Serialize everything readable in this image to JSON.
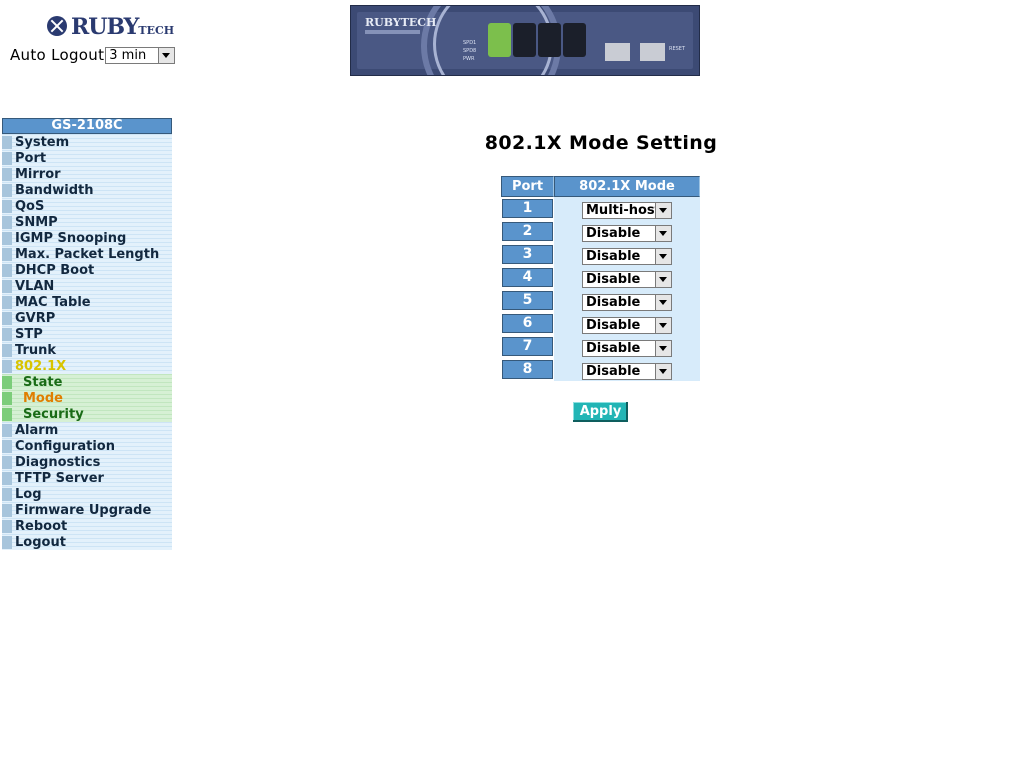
{
  "brand": {
    "logo_text": "RUBY",
    "logo_sub": "TECH"
  },
  "auto_logout": {
    "label": "Auto Logout",
    "selected": "3 min"
  },
  "device": {
    "logo_text": "RUBYTECH",
    "led_labels": [
      "SPD1",
      "SPD8",
      "PWR"
    ],
    "reset_label": "RESET"
  },
  "sidebar": {
    "header": "GS-2108C",
    "items": [
      {
        "label": "System"
      },
      {
        "label": "Port"
      },
      {
        "label": "Mirror"
      },
      {
        "label": "Bandwidth"
      },
      {
        "label": "QoS"
      },
      {
        "label": "SNMP"
      },
      {
        "label": "IGMP Snooping"
      },
      {
        "label": "Max. Packet Length"
      },
      {
        "label": "DHCP Boot"
      },
      {
        "label": "VLAN"
      },
      {
        "label": "MAC Table"
      },
      {
        "label": "GVRP"
      },
      {
        "label": "STP"
      },
      {
        "label": "Trunk"
      },
      {
        "label": "802.1X"
      }
    ],
    "subitems": [
      {
        "label": "State"
      },
      {
        "label": "Mode"
      },
      {
        "label": "Security"
      }
    ],
    "items_after": [
      {
        "label": "Alarm"
      },
      {
        "label": "Configuration"
      },
      {
        "label": "Diagnostics"
      },
      {
        "label": "TFTP Server"
      },
      {
        "label": "Log"
      },
      {
        "label": "Firmware Upgrade"
      },
      {
        "label": "Reboot"
      },
      {
        "label": "Logout"
      }
    ]
  },
  "main": {
    "title": "802.1X Mode Setting",
    "columns": [
      "Port",
      "802.1X Mode"
    ],
    "rows": [
      {
        "port": "1",
        "mode": "Multi-host"
      },
      {
        "port": "2",
        "mode": "Disable"
      },
      {
        "port": "3",
        "mode": "Disable"
      },
      {
        "port": "4",
        "mode": "Disable"
      },
      {
        "port": "5",
        "mode": "Disable"
      },
      {
        "port": "6",
        "mode": "Disable"
      },
      {
        "port": "7",
        "mode": "Disable"
      },
      {
        "port": "8",
        "mode": "Disable"
      }
    ],
    "apply_label": "Apply"
  },
  "colors": {
    "header_blue": "#5a94cc",
    "apply_teal": "#22b5b5",
    "submenu_green": "#196b16",
    "active_orange": "#e07e00",
    "open_yellow": "#d8c400"
  }
}
